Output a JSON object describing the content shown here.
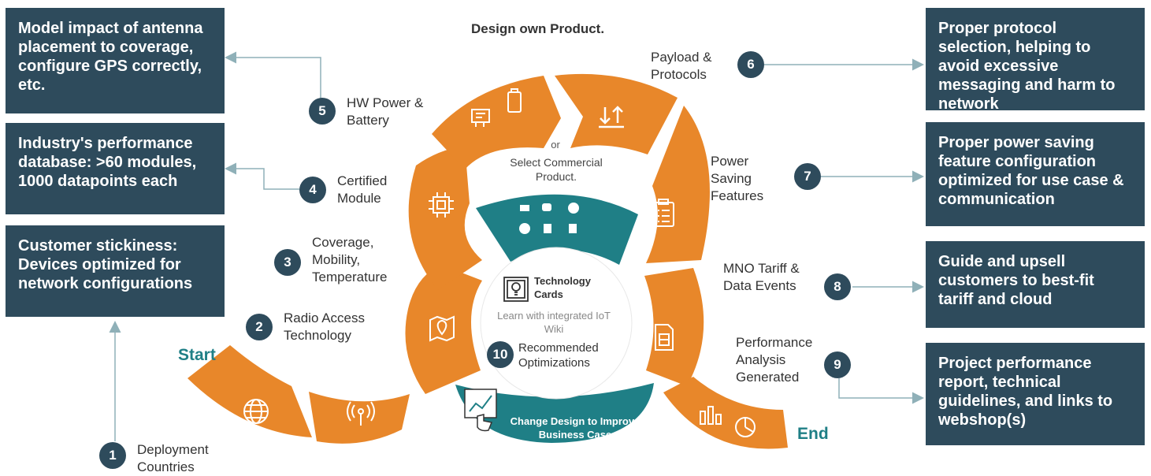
{
  "colors": {
    "orange": "#e8872a",
    "teal": "#1f7f86",
    "navy": "#2e4b5c",
    "line": "#8fb0b8"
  },
  "header": {
    "title": "Design own Product."
  },
  "center": {
    "or_text": "or",
    "select_text": "Select Commercial Product.",
    "tech_cards": "Technology Cards",
    "wiki_text": "Learn with integrated IoT Wiki",
    "change_design": "Change Design to Improve Business Case"
  },
  "start_label": "Start",
  "end_label": "End",
  "steps": [
    {
      "num": "1",
      "label": "Deployment Countries",
      "icon": "globe-icon"
    },
    {
      "num": "2",
      "label": "Radio Access Technology",
      "icon": "antenna-icon"
    },
    {
      "num": "3",
      "label": "Coverage, Mobility, Temperature",
      "icon": "map-pin-icon"
    },
    {
      "num": "4",
      "label": "Certified Module",
      "icon": "chip-icon"
    },
    {
      "num": "5",
      "label": "HW Power & Battery",
      "icon": "battery-icon"
    },
    {
      "num": "6",
      "label": "Payload & Protocols",
      "icon": "arrows-updown-icon"
    },
    {
      "num": "7",
      "label": "Power Saving Features",
      "icon": "checklist-icon"
    },
    {
      "num": "8",
      "label": "MNO Tariff & Data Events",
      "icon": "sim-card-icon"
    },
    {
      "num": "9",
      "label": "Performance Analysis Generated",
      "icon": "chart-icon"
    },
    {
      "num": "10",
      "label": "Recommended Optimizations",
      "icon": "bulb-icon"
    }
  ],
  "boxes": {
    "antenna": "Model impact of antenna placement to coverage, configure GPS correctly, etc.",
    "industry": "Industry's performance database: >60 modules, 1000 datapoints each",
    "sticky": "Customer stickiness: Devices optimized for network configurations",
    "protocol": "Proper protocol selection, helping to avoid excessive messaging and harm to network",
    "power": "Proper power saving feature configuration optimized for use case & communication",
    "tariff": "Guide and upsell customers to best-fit tariff and cloud",
    "report": "Project performance report, technical guidelines, and links to webshop(s)"
  }
}
